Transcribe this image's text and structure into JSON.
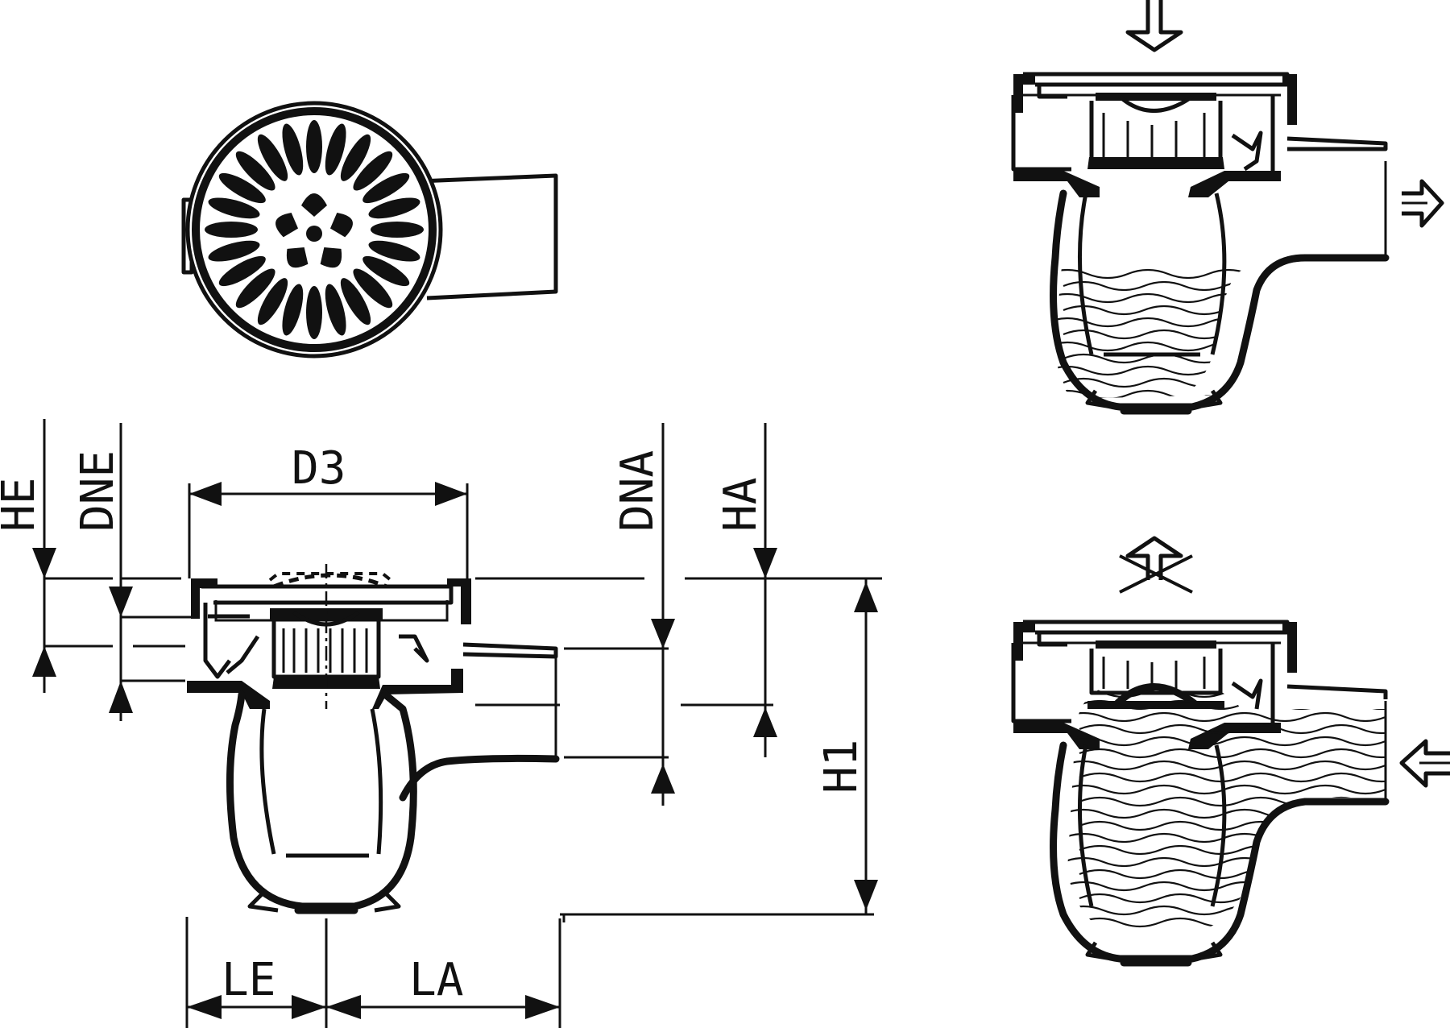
{
  "labels": {
    "he": "HE",
    "dne": "DNE",
    "d3": "D3",
    "dna": "DNA",
    "ha": "HA",
    "h1": "H1",
    "le": "LE",
    "la": "LA"
  },
  "views": {
    "top": "top-view-grate",
    "section": "dimensioned-section",
    "normal": "drain-flow-view",
    "backflow": "backflow-blocked-view"
  }
}
